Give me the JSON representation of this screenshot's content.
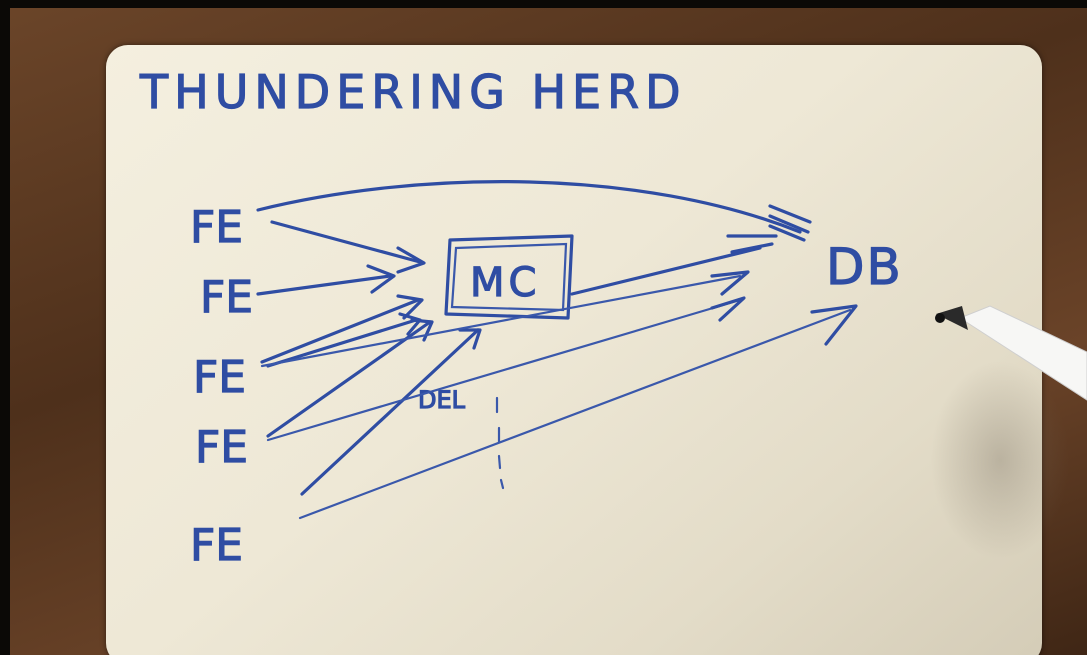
{
  "title": "THUNDERING HERD",
  "nodes": {
    "frontends": [
      "FE",
      "FE",
      "FE",
      "FE",
      "FE"
    ],
    "cache": "MC",
    "database": "DB"
  },
  "annotation": "DEL",
  "colors": {
    "ink": "#2f4da3",
    "board": "#f0ebdb",
    "background": "#5a3a22"
  }
}
